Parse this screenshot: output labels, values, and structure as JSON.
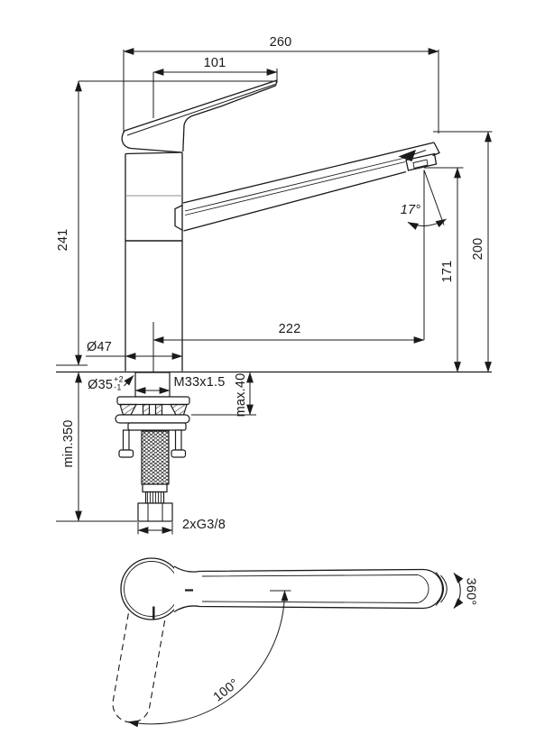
{
  "colors": {
    "line": "#1a1a1a",
    "light_line": "#8f8f8f",
    "background": "#ffffff"
  },
  "labels": {
    "overall_width": "260",
    "handle_reach": "101",
    "height_above_deck": "241",
    "spout_reach": "222",
    "spray_angle": "17°",
    "aerator_height": "171",
    "spout_height": "200",
    "base_diameter": "Ø47",
    "hole_diameter": "Ø35",
    "hole_tolerance_plus": "+2",
    "hole_tolerance_minus": "-1",
    "thread_spec": "M33x1.5",
    "max_deck_thickness": "max.40",
    "min_hose_length": "min.350",
    "hose_connection": "2xG3/8",
    "handle_swivel_angle": "100°",
    "spout_swivel_angle": "360°"
  }
}
